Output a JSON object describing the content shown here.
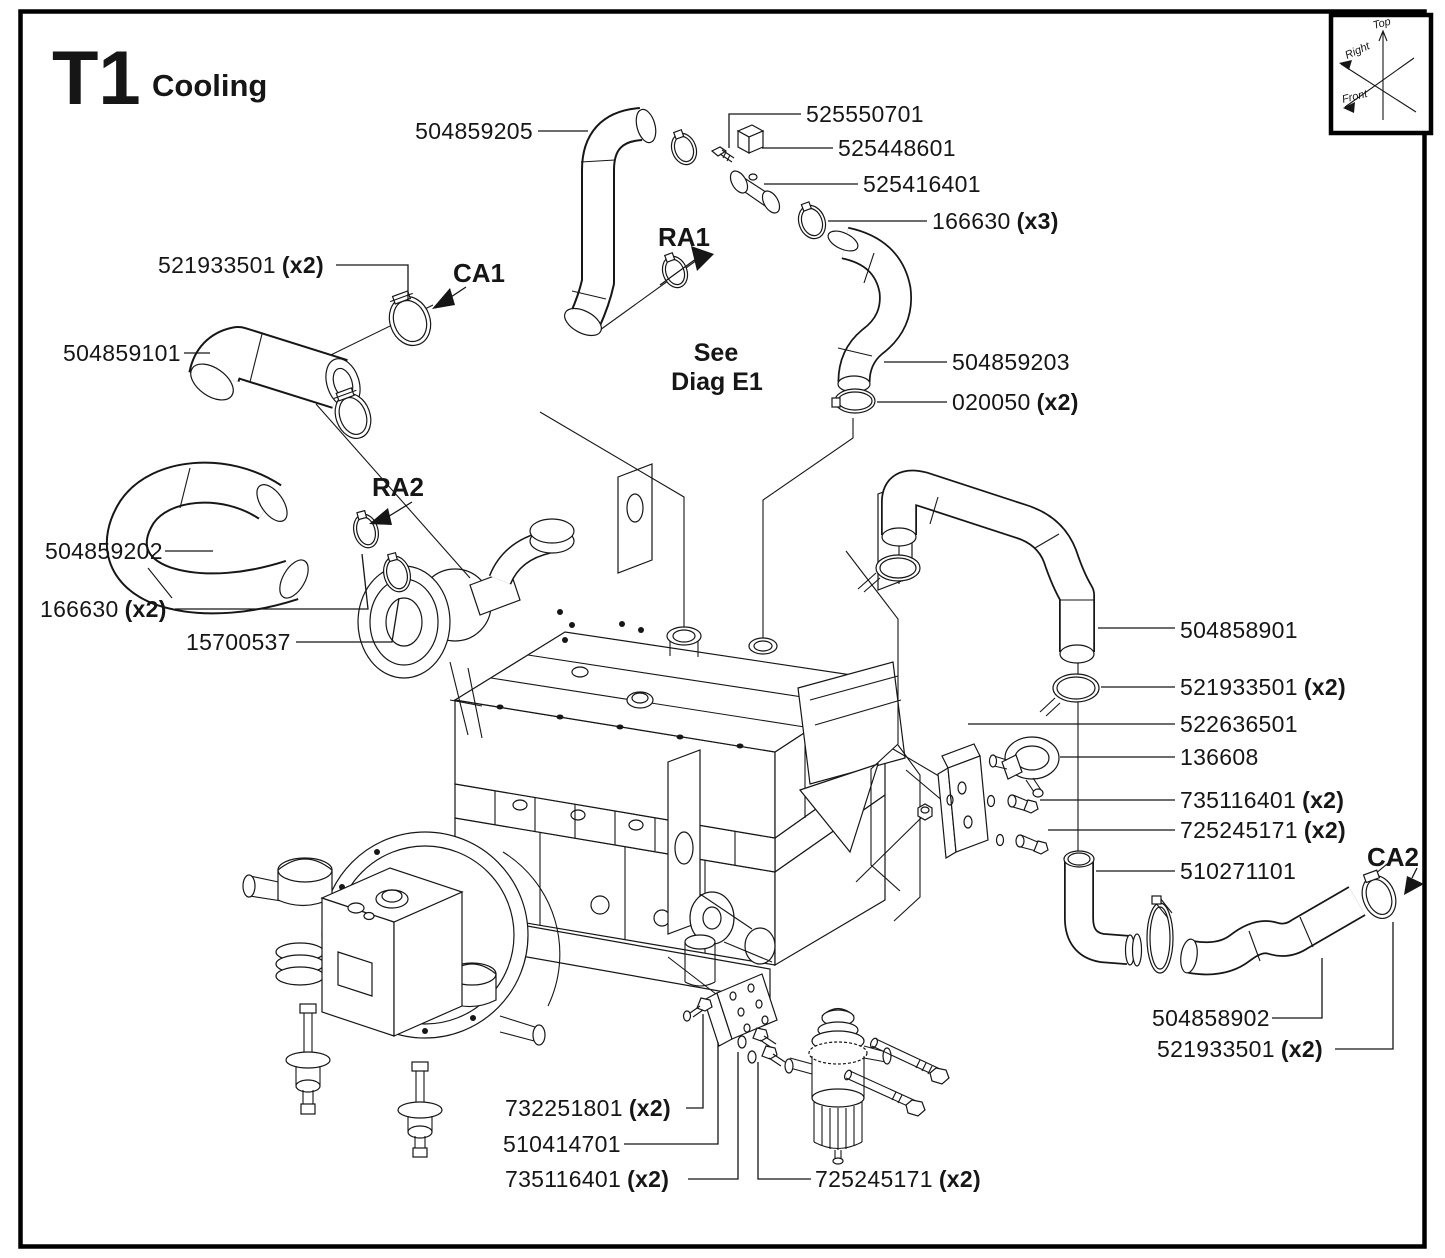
{
  "page": {
    "code": "T1",
    "title": "Cooling"
  },
  "note": {
    "line1": "See",
    "line2": "Diag E1"
  },
  "orientation": {
    "top": "Top",
    "right": "Right",
    "front": "Front"
  },
  "callouts": {
    "ra1": "RA1",
    "ca1": "CA1",
    "ra2": "RA2",
    "ca2": "CA2"
  },
  "labels": [
    {
      "part": "504859205",
      "qty": ""
    },
    {
      "part": "525550701",
      "qty": ""
    },
    {
      "part": "525448601",
      "qty": ""
    },
    {
      "part": "525416401",
      "qty": ""
    },
    {
      "part": "166630",
      "qty": "(x3)"
    },
    {
      "part": "521933501",
      "qty": "(x2)"
    },
    {
      "part": "504859101",
      "qty": ""
    },
    {
      "part": "504859203",
      "qty": ""
    },
    {
      "part": "020050",
      "qty": "(x2)"
    },
    {
      "part": "504859202",
      "qty": ""
    },
    {
      "part": "166630",
      "qty": "(x2)"
    },
    {
      "part": "15700537",
      "qty": ""
    },
    {
      "part": "504858901",
      "qty": ""
    },
    {
      "part": "521933501",
      "qty": "(x2)"
    },
    {
      "part": "522636501",
      "qty": ""
    },
    {
      "part": "136608",
      "qty": ""
    },
    {
      "part": "735116401",
      "qty": "(x2)"
    },
    {
      "part": "725245171",
      "qty": "(x2)"
    },
    {
      "part": "510271101",
      "qty": ""
    },
    {
      "part": "504858902",
      "qty": ""
    },
    {
      "part": "521933501",
      "qty": "(x2)"
    },
    {
      "part": "732251801",
      "qty": "(x2)"
    },
    {
      "part": "510414701",
      "qty": ""
    },
    {
      "part": "735116401",
      "qty": "(x2)"
    },
    {
      "part": "725245171",
      "qty": "(x2)"
    }
  ]
}
